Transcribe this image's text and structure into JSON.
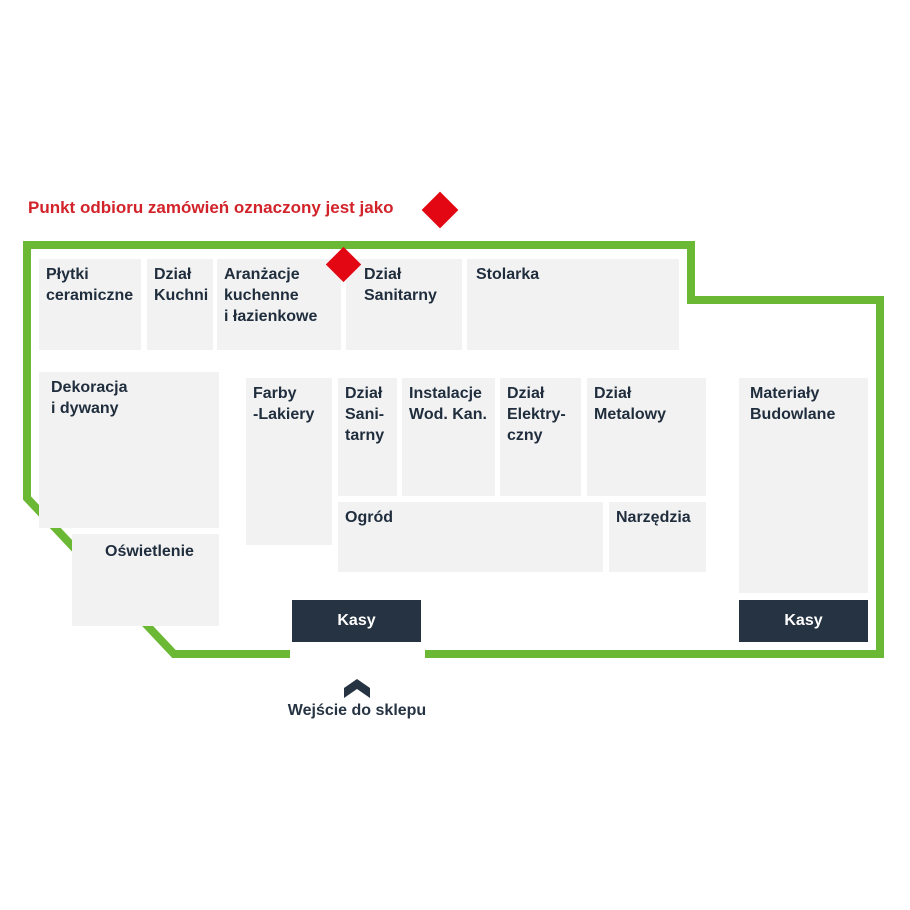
{
  "legend": {
    "text": "Punkt odbioru zamówień oznaczony jest jako",
    "marker_icon": "red-diamond-icon"
  },
  "colors": {
    "wall": "#6ab834",
    "department": "#f2f2f2",
    "checkout": "#253342",
    "pickup": "#e30613",
    "department_text": "#1f2d3d",
    "legend_text": "#d2232a"
  },
  "departments": {
    "plytki": "Płytki\nceramiczne",
    "kuchnie": "Dział\nKuchni",
    "aranzacje": "Aranżacje\nkuchenne\ni łazienkowe",
    "sanitarny": "Dział\nSanitarny",
    "stolarka": "Stolarka",
    "dekoracja": "Dekoracja\ni dywany",
    "oswietlenie": "Oświetlenie",
    "farby": "Farby\n-Lakiery",
    "sanitarny_2": "Dział\nSani-\ntarny",
    "instalacje": "Instalacje\nWod. Kan.",
    "elektryczny": "Dział\nElektry-\nczny",
    "metalowy": "Dział\nMetalowy",
    "materialy": "Materiały\nBudowlane",
    "ogrod": "Ogród",
    "narzedzia": "Narzędzia"
  },
  "checkouts": {
    "left": "Kasy",
    "right": "Kasy"
  },
  "entrance": {
    "label": "Wejście do sklepu",
    "icon": "up-chevron-icon"
  }
}
